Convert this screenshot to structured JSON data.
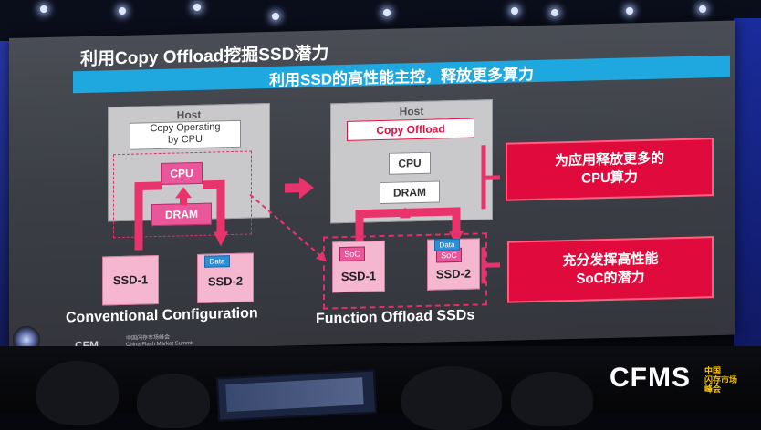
{
  "slide": {
    "title": "利用Copy Offload挖掘SSD潜力",
    "banner": "利用SSD的高性能主控，释放更多算力",
    "left": {
      "host_label": "Host",
      "copy_box": "Copy Operating\nby CPU",
      "cpu": "CPU",
      "dram": "DRAM",
      "ssd1": "SSD-1",
      "ssd2": "SSD-2",
      "data_tag": "Data",
      "caption": "Conventional Configuration"
    },
    "right": {
      "host_label": "Host",
      "copy_box": "Copy Offload",
      "cpu": "CPU",
      "dram": "DRAM",
      "soc": "SoC",
      "ssd1": "SSD-1",
      "ssd2": "SSD-2",
      "data_tag": "Data",
      "caption": "Function Offload SSDs"
    },
    "benefits": [
      "为应用释放更多的\nCPU算力",
      "充分发挥高性能\nSoC的潜力"
    ],
    "footer_logo": "CFM",
    "footer_sub": "中国闪存市场峰会\nChina Flash Market Summit"
  },
  "corner_logo": {
    "mark": "CFMS",
    "text": "中国\n闪存市场\n峰会"
  },
  "colors": {
    "banner": "#1fa7df",
    "accent_red": "#e00a3c",
    "pink": "#e9579a",
    "ssd_pink": "#f5b7d0",
    "data_blue": "#2a8fd6"
  }
}
